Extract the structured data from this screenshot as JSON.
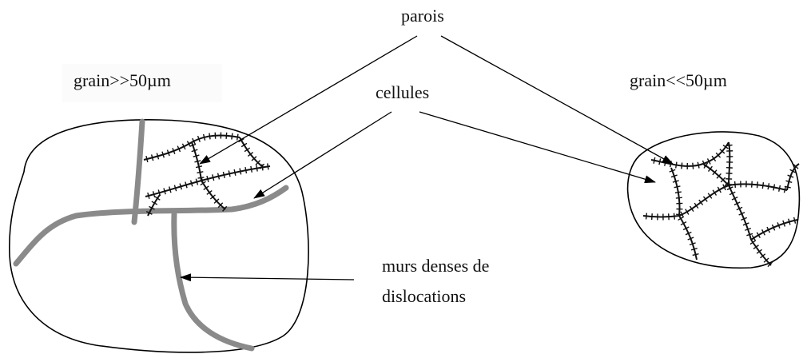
{
  "labels": {
    "grain_large": "grain>>50µm",
    "grain_small": "grain<<50µm",
    "parois": "parois",
    "cellules": "cellules",
    "murs_line1": "murs denses de",
    "murs_line2": "dislocations"
  },
  "colors": {
    "outline": "#000000",
    "dense_wall": "#8a8a8a",
    "cell_wall": "#111111",
    "arrow": "#000000"
  }
}
